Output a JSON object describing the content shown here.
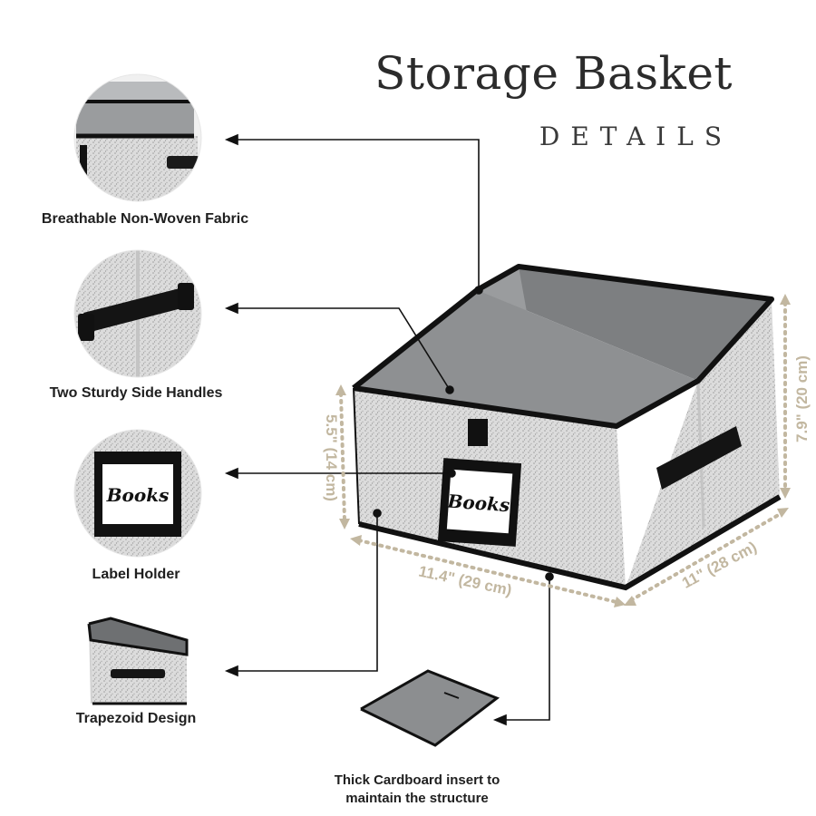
{
  "header": {
    "title": "Storage Basket",
    "subtitle": "DETAILS"
  },
  "features": [
    {
      "label": "Breathable Non-Woven Fabric"
    },
    {
      "label": "Two Sturdy Side Handles"
    },
    {
      "label": "Label Holder"
    },
    {
      "label": "Trapezoid Design"
    }
  ],
  "insert": {
    "label_line1": "Thick Cardboard insert to",
    "label_line2": "maintain the structure"
  },
  "basket": {
    "tag_text": "Books"
  },
  "dimensions": {
    "front_height": "5.5\" (14 cm)",
    "back_height": "7.9\" (20 cm)",
    "width": "11.4\" (29 cm)",
    "depth": "11\" (28 cm)"
  },
  "colors": {
    "dim": "#c2b7a0",
    "fabric": "#d9d9d9",
    "trim": "#111111",
    "lining": "#8a8c8e"
  }
}
